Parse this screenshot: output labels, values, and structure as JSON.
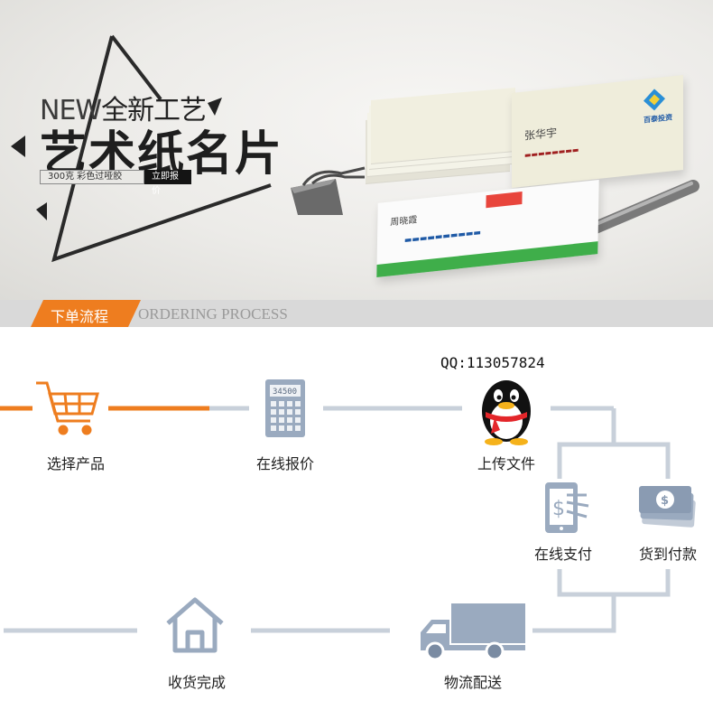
{
  "banner": {
    "new_prefix": "NEW",
    "new_suffix": "全新工艺",
    "title": "艺术纸名片",
    "spec": "300克  彩色过哑胶",
    "quote_button": "立即报价",
    "card_big_name": "张华宇",
    "card_big_company": "百泰投资",
    "card_white_name": "周晓霞"
  },
  "section": {
    "title_cn": "下单流程",
    "title_en": "ORDERING PROCESS",
    "accent": "#ee7d1f"
  },
  "process": {
    "qq": "QQ:113057824",
    "steps": [
      {
        "label": "选择产品",
        "icon": "shopping-cart-icon"
      },
      {
        "label": "在线报价",
        "icon": "calculator-icon"
      },
      {
        "label": "上传文件",
        "icon": "qq-penguin-icon"
      },
      {
        "label": "在线支付",
        "icon": "mobile-payment-icon"
      },
      {
        "label": "货到付款",
        "icon": "cash-icon"
      },
      {
        "label": "物流配送",
        "icon": "truck-icon"
      },
      {
        "label": "收货完成",
        "icon": "home-icon"
      }
    ],
    "calculator_display": "34500",
    "line_color": "#c8d0da",
    "icon_color": "#8a9bb2"
  }
}
